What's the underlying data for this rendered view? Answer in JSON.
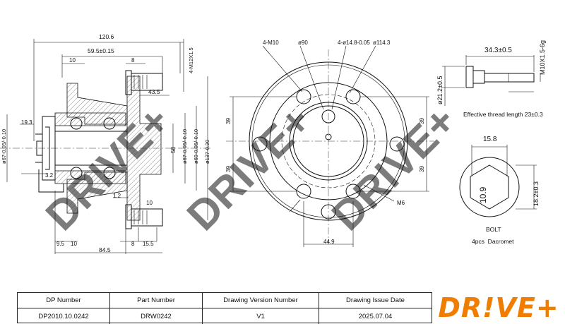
{
  "watermark": "DRIVE+",
  "side_view": {
    "dims_top": [
      "120.6",
      "59.5±0.15",
      "10",
      "8",
      "4-M12X1.5",
      "43.5"
    ],
    "dims_left": [
      "19.3",
      "ø67-0.05/-0.10",
      "3.2"
    ],
    "dims_right": [
      "58",
      "ø67-0.05/-0.10",
      "ø69-0.05/-0.10",
      "ø137-0.20"
    ],
    "dims_bottom": [
      "1.2",
      "10",
      "9.5",
      "10",
      "8",
      "15.5",
      "84.5"
    ]
  },
  "front_view": {
    "callouts": [
      "4-M10",
      "ø90",
      "4-ø14.8-0.05",
      "ø114.3"
    ],
    "dims_vertical": [
      "39",
      "39",
      "39",
      "39"
    ],
    "dims_bottom": [
      "44.9",
      "M6"
    ]
  },
  "bolt": {
    "dims": [
      "34.3±0.5",
      "M10X1.5-6g",
      "ø21.2±0.5",
      "15.8",
      "18.2±0.3"
    ],
    "note": "Effective thread length 23±0.3",
    "head_marking": "10.9",
    "caption": "BOLT",
    "qty": "4pcs  Dacromet"
  },
  "title_block": {
    "headers": [
      "DP Number",
      "Part Number",
      "Drawing Version Number",
      "Drawing Issue Date"
    ],
    "values": [
      "DP2010.10.0242",
      "DRW0242",
      "V1",
      "2025.07.04"
    ]
  },
  "logo": "DR!VE+",
  "colors": {
    "logo": "#f07d00",
    "lines": "#111111",
    "watermark": "#d8d8d8"
  }
}
